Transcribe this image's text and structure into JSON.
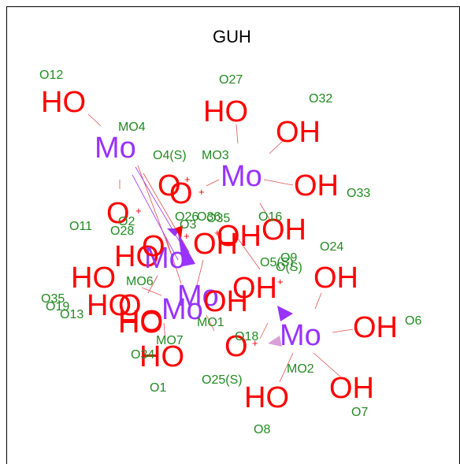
{
  "title": "GUH",
  "colors": {
    "hydroxyl": "#ff0000",
    "metal": "#9933ff",
    "label": "#228b22",
    "bond": "#e05050"
  },
  "groups": [
    {
      "id": "g01",
      "text": "HO",
      "type": "hydroxyl"
    },
    {
      "id": "g02",
      "text": "Mo",
      "type": "metal"
    },
    {
      "id": "g03",
      "text": "HO",
      "type": "hydroxyl"
    },
    {
      "id": "g04",
      "text": "OH",
      "type": "hydroxyl"
    },
    {
      "id": "g05",
      "text": "Mo",
      "type": "metal"
    },
    {
      "id": "g06",
      "text": "OH",
      "type": "hydroxyl"
    },
    {
      "id": "g07",
      "text": "O",
      "type": "hydroxyl"
    },
    {
      "id": "g08",
      "text": "O",
      "type": "hydroxyl"
    },
    {
      "id": "g09",
      "text": "O",
      "type": "hydroxyl"
    },
    {
      "id": "g10",
      "text": "HO",
      "type": "hydroxyl"
    },
    {
      "id": "g11",
      "text": "Mo",
      "type": "metal"
    },
    {
      "id": "g12",
      "text": "OH",
      "type": "hydroxyl"
    },
    {
      "id": "g13",
      "text": "OH",
      "type": "hydroxyl"
    },
    {
      "id": "g14",
      "text": "OH",
      "type": "hydroxyl"
    },
    {
      "id": "g15",
      "text": "O",
      "type": "hydroxyl"
    },
    {
      "id": "g16",
      "text": "HO",
      "type": "hydroxyl"
    },
    {
      "id": "g17",
      "text": "HO",
      "type": "hydroxyl"
    },
    {
      "id": "g18",
      "text": "O",
      "type": "hydroxyl"
    },
    {
      "id": "g19",
      "text": "Mo",
      "type": "metal"
    },
    {
      "id": "g20",
      "text": "OH",
      "type": "hydroxyl"
    },
    {
      "id": "g21",
      "text": "OH",
      "type": "hydroxyl"
    },
    {
      "id": "g22",
      "text": "OH",
      "type": "hydroxyl"
    },
    {
      "id": "g23",
      "text": "HO",
      "type": "hydroxyl"
    },
    {
      "id": "g24",
      "text": "HO",
      "type": "hydroxyl"
    },
    {
      "id": "g25",
      "text": "Mo",
      "type": "metal"
    },
    {
      "id": "g26",
      "text": "O",
      "type": "hydroxyl"
    },
    {
      "id": "g27",
      "text": "Mo",
      "type": "metal"
    },
    {
      "id": "g28",
      "text": "OH",
      "type": "hydroxyl"
    },
    {
      "id": "g29",
      "text": "HO",
      "type": "hydroxyl"
    },
    {
      "id": "g30",
      "text": "HO",
      "type": "hydroxyl"
    },
    {
      "id": "g31",
      "text": "OH",
      "type": "hydroxyl"
    }
  ],
  "charges": [
    "+",
    "+",
    "+",
    "+",
    "+",
    "+",
    "+"
  ],
  "labels": [
    {
      "id": "O12",
      "text": "O12"
    },
    {
      "id": "O27",
      "text": "O27"
    },
    {
      "id": "O32",
      "text": "O32"
    },
    {
      "id": "MO4",
      "text": "MO4"
    },
    {
      "id": "O4S",
      "text": "O4(S)"
    },
    {
      "id": "MO3",
      "text": "MO3"
    },
    {
      "id": "O33",
      "text": "O33"
    },
    {
      "id": "O11",
      "text": "O11"
    },
    {
      "id": "O2",
      "text": "O2"
    },
    {
      "id": "O28",
      "text": "O28"
    },
    {
      "id": "O26",
      "text": "O26"
    },
    {
      "id": "O3",
      "text": "O3"
    },
    {
      "id": "O36",
      "text": "O36"
    },
    {
      "id": "O35b",
      "text": "O35"
    },
    {
      "id": "O16",
      "text": "O16"
    },
    {
      "id": "O24",
      "text": "O24"
    },
    {
      "id": "O5S",
      "text": "O5(S)"
    },
    {
      "id": "O9",
      "text": "O9"
    },
    {
      "id": "O1S",
      "text": "O(S)"
    },
    {
      "id": "MO6",
      "text": "MO6"
    },
    {
      "id": "O35",
      "text": "O35"
    },
    {
      "id": "O19",
      "text": "O19"
    },
    {
      "id": "O13",
      "text": "O13"
    },
    {
      "id": "MO1",
      "text": "MO1"
    },
    {
      "id": "O18",
      "text": "O18"
    },
    {
      "id": "O6",
      "text": "O6"
    },
    {
      "id": "MO7",
      "text": "MO7"
    },
    {
      "id": "O34",
      "text": "O34"
    },
    {
      "id": "MO2",
      "text": "MO2"
    },
    {
      "id": "O25S",
      "text": "O25(S)"
    },
    {
      "id": "O1",
      "text": "O1"
    },
    {
      "id": "O7",
      "text": "O7"
    },
    {
      "id": "O8",
      "text": "O8"
    }
  ]
}
